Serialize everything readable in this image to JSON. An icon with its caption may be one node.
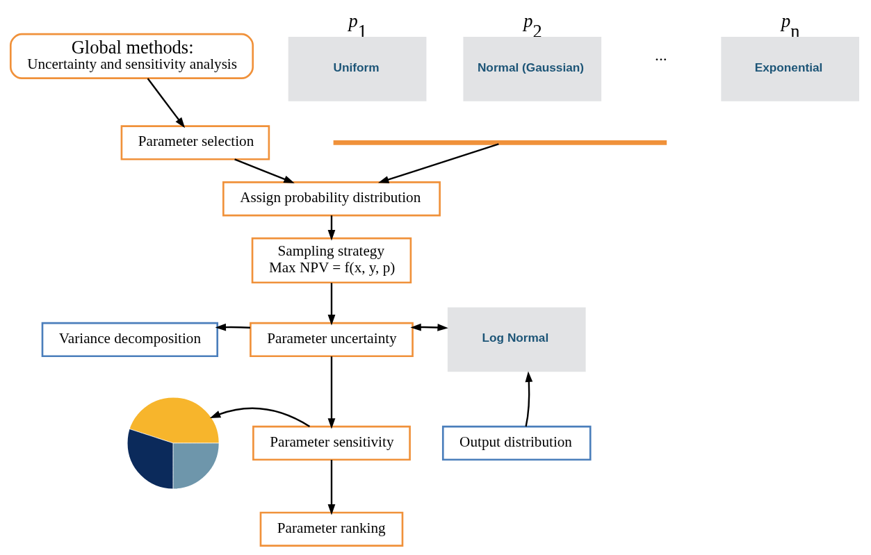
{
  "diagram": {
    "nodes": [
      {
        "text": [
          "Global methods:",
          "Uncertainty and sensitivity analysis"
        ]
      },
      {
        "text": [
          "Parameter selection"
        ]
      },
      {
        "text": [
          "Assign probability distribution"
        ]
      },
      {
        "text": [
          "Sampling strategy",
          "Max NPV = f(x, y, p)"
        ]
      },
      {
        "text": [
          "Parameter uncertainty"
        ]
      },
      {
        "text": [
          "Variance decomposition"
        ]
      },
      {
        "text": [
          "Parameter sensitivity"
        ]
      },
      {
        "text": [
          "Parameter ranking"
        ]
      },
      {
        "text": [
          "Uniform"
        ],
        "beside": [
          "*p*$_{1}$"
        ]
      },
      {
        "text": [
          "Normal (Gaussian)"
        ],
        "beside": [
          "*p*$_{2}$"
        ]
      },
      {
        "text": [
          "Exponential"
        ],
        "beside": [
          "*p*$_{n}$"
        ]
      },
      {
        "text": [],
        "shape": "bar"
      },
      {
        "text": [
          "Log Normal"
        ]
      },
      {
        "text": [
          "Output distribution"
        ]
      },
      {
        "text": [],
        "shape": "picture"
      }
    ],
    "edges": [
      {
        "from": 0,
        "to": 1,
        "arrow": "to"
      },
      {
        "from": 1,
        "to": 2,
        "arrow": "to"
      },
      {
        "from": 11,
        "to": 2,
        "arrow": "to"
      },
      {
        "from": 2,
        "to": 3,
        "arrow": "to"
      },
      {
        "from": 3,
        "to": 4,
        "arrow": "to"
      },
      {
        "from": 4,
        "to": 5,
        "arrow": "to"
      },
      {
        "from": 4,
        "to": 12,
        "arrow": "both"
      },
      {
        "from": 13,
        "to": 12,
        "arrow": "to"
      },
      {
        "from": 4,
        "to": 6,
        "arrow": "to"
      },
      {
        "from": 6,
        "to": 7,
        "arrow": "to"
      },
      {
        "from": 6,
        "to": 14,
        "arrow": "to"
      }
    ],
    "labels": [
      "..."
    ]
  }
}
